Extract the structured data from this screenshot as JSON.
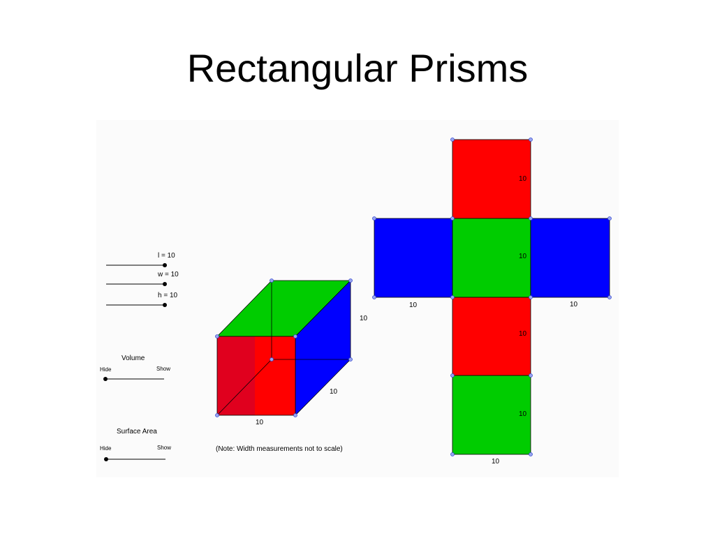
{
  "title": "Rectangular Prisms",
  "colors": {
    "red": "#ff0000",
    "dark_red": "#e0001e",
    "green": "#00cc00",
    "blue": "#0000ff",
    "point_fill": "#9aa6f0",
    "point_stroke": "#3b4fd0",
    "panel_bg": "#fbfbfb"
  },
  "sliders": [
    {
      "label": "l = 10",
      "value": 10
    },
    {
      "label": "w = 10",
      "value": 10
    },
    {
      "label": "h = 10",
      "value": 10
    }
  ],
  "toggles": [
    {
      "label": "Volume",
      "off_label": "Hide",
      "on_label": "Show",
      "state": "Hide"
    },
    {
      "label": "Surface Area",
      "off_label": "Hide",
      "on_label": "Show",
      "state": "Hide"
    }
  ],
  "prism": {
    "length_label": "10",
    "width_label": "10",
    "height_label": "10",
    "note": "(Note: Width measurements not to scale)"
  },
  "net": {
    "top_face_label": "10",
    "center_face_label": "10",
    "left_face_label": "10",
    "right_face_label": "10",
    "lower_face_label": "10",
    "bottom_face_label": "10",
    "base_label": "10"
  }
}
